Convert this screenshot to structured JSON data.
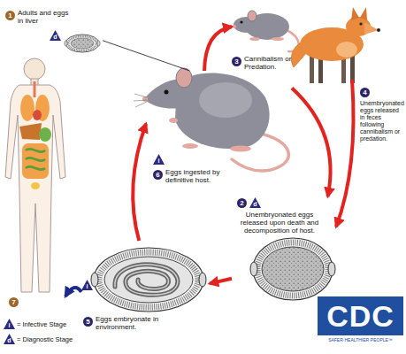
{
  "diagram": {
    "nodes": [
      {
        "text": [
          "1",
          "Adults and eggs in liver",
          "d"
        ]
      },
      {
        "text": [
          "3",
          "Cannibalism or Predation."
        ]
      },
      {
        "text": [
          "7"
        ]
      },
      {
        "text": [
          "i",
          "6",
          "Eggs ingested by definitive host."
        ]
      },
      {
        "text": [
          "2",
          "d",
          "Unembryonated eggs released upon death and decomposition of host."
        ]
      },
      {
        "text": [
          "i",
          "5",
          "Eggs embryonate in environment."
        ]
      }
    ],
    "edges": [
      {
        "from": 0,
        "to": 3,
        "arrow": "none"
      },
      {
        "from": 3,
        "to": 1,
        "arrow": "to"
      },
      {
        "from": 1,
        "to": 4,
        "arrow": "to",
        "label": "Unembryonated eggs released in feces following cannibalism or predation."
      },
      {
        "from": 3,
        "to": 4,
        "arrow": "to"
      },
      {
        "from": 4,
        "to": 5,
        "arrow": "to"
      },
      {
        "from": 5,
        "to": 3,
        "arrow": "to"
      },
      {
        "from": 5,
        "to": 2,
        "arrow": "to"
      }
    ],
    "labels": [
      "4",
      "i",
      "d",
      "CDC",
      "SAFER·HEALTHIER·PEOPLE™"
    ],
    "legend": [
      {
        "text": "= Infective Stage"
      },
      {
        "text": "= Diagnostic Stage"
      }
    ]
  }
}
